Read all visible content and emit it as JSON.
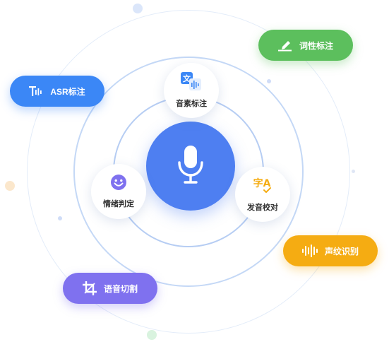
{
  "center": {
    "icon": "microphone-icon",
    "color": "#4e7ff1"
  },
  "nodes": {
    "phoneme": {
      "label": "音素标注",
      "icon": "translate-icon",
      "icon_char": "文",
      "color": "#3b87f6"
    },
    "emotion": {
      "label": "情绪判定",
      "icon": "smiley-icon",
      "color": "#7f71ef"
    },
    "pronunciation": {
      "label": "发音校对",
      "icon": "character-check-icon",
      "icon_char": "字A",
      "color": "#f5ac12"
    }
  },
  "pills": {
    "asr": {
      "label": "ASR标注",
      "icon": "text-wave-icon",
      "color": "#3b87f6"
    },
    "pos": {
      "label": "词性标注",
      "icon": "pen-icon",
      "color": "#5cbf5d"
    },
    "voiceprint": {
      "label": "声纹识别",
      "icon": "soundwave-icon",
      "color": "#f5ac12"
    },
    "segmentation": {
      "label": "语音切割",
      "icon": "crop-icon",
      "color": "#7f71ef"
    }
  }
}
